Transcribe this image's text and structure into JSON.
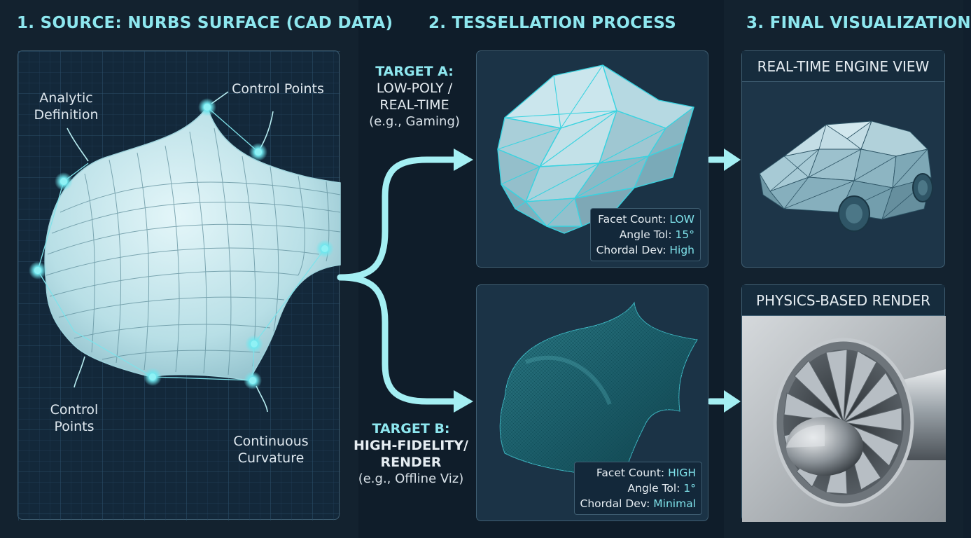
{
  "sections": {
    "source_title": "1. SOURCE: NURBS SURFACE (CAD DATA)",
    "process_title": "2. TESSELLATION PROCESS",
    "final_title": "3. FINAL VISUALIZATION"
  },
  "source": {
    "label_analytic": [
      "Analytic",
      "Definition"
    ],
    "label_control_top": "Control Points",
    "label_control_bottom": [
      "Control",
      "Points"
    ],
    "label_curvature": [
      "Continuous",
      "Curvature"
    ]
  },
  "target_a": {
    "heading": "TARGET A:",
    "line1": "LOW-POLY /",
    "line2": "REAL-TIME",
    "example": "(e.g., Gaming)",
    "stats": {
      "facet_label": "Facet Count:",
      "facet_value": "LOW",
      "angle_label": "Angle Tol:",
      "angle_value": "15°",
      "chordal_label": "Chordal Dev:",
      "chordal_value": "High"
    }
  },
  "target_b": {
    "heading": "TARGET B:",
    "line1": "HIGH-FIDELITY/",
    "line2": "RENDER",
    "example": "(e.g., Offline Viz)",
    "stats": {
      "facet_label": "Facet Count:",
      "facet_value": "HIGH",
      "angle_label": "Angle Tol:",
      "angle_value": "1°",
      "chordal_label": "Chordal Dev:",
      "chordal_value": "Minimal"
    }
  },
  "final": {
    "realtime_title": "REAL-TIME ENGINE VIEW",
    "pbr_title": "PHYSICS-BASED RENDER"
  },
  "colors": {
    "accent": "#8ee7ef",
    "surface": "#c9e9ef",
    "panel_border": "#3f5e72",
    "background": "#111f2d"
  }
}
